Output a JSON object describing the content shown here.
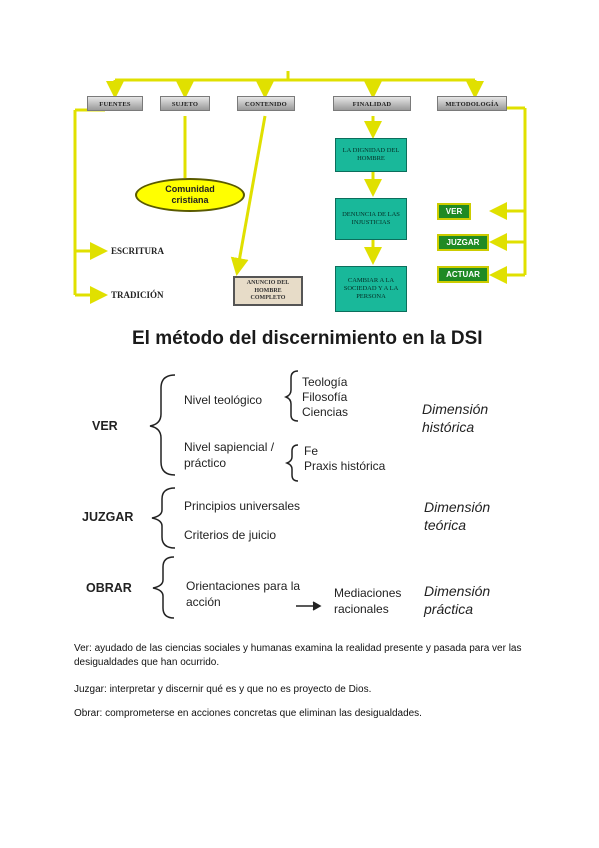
{
  "diagram_top": {
    "headers": [
      "FUENTES",
      "SUJETO",
      "CONTENIDO",
      "FINALIDAD",
      "METODOLOGÍA"
    ],
    "sujeto_ellipse": "Comunidad cristiana",
    "fuentes_branches": [
      "ESCRITURA",
      "TRADICIÓN"
    ],
    "contenido_box": "ANUNCIO DEL HOMBRE COMPLETO",
    "finalidad_boxes": [
      "LA DIGNIDAD DEL HOMBRE",
      "DENUNCIA DE LAS INJUSTICIAS",
      "CAMBIAR A LA SOCIEDAD Y A LA PERSONA"
    ],
    "metodologia_boxes": [
      "VER",
      "JUZGAR",
      "ACTUAR"
    ],
    "colors": {
      "line": "#e0e000",
      "teal": "#19b89a",
      "green": "#1f8a24",
      "ellipse": "#ffff00"
    }
  },
  "method": {
    "title": "El método del discernimiento en la DSI",
    "ver": {
      "label": "VER",
      "nivel_teologico": "Nivel teológico",
      "teologico_items": [
        "Teología",
        "Filosofía",
        "Ciencias"
      ],
      "nivel_sapiencial": "Nivel sapiencial / práctico",
      "sapiencial_items": [
        "Fe",
        "Praxis histórica"
      ],
      "dimension": "Dimensión histórica"
    },
    "juzgar": {
      "label": "JUZGAR",
      "items": [
        "Principios universales",
        "Criterios de juicio"
      ],
      "dimension": "Dimensión teórica"
    },
    "obrar": {
      "label": "OBRAR",
      "orientaciones": "Orientaciones para la acción",
      "mediaciones": "Mediaciones racionales",
      "dimension": "Dimensión práctica"
    }
  },
  "paragraphs": {
    "ver": "Ver: ayudado de las ciencias sociales y humanas examina la realidad  presente y pasada para ver las desigualdades que han ocurrido.",
    "juzgar": "Juzgar: interpretar y discernir qué es y que no es proyecto de Dios.",
    "obrar": "Obrar: comprometerse en acciones concretas que eliminan las desigualdades."
  }
}
